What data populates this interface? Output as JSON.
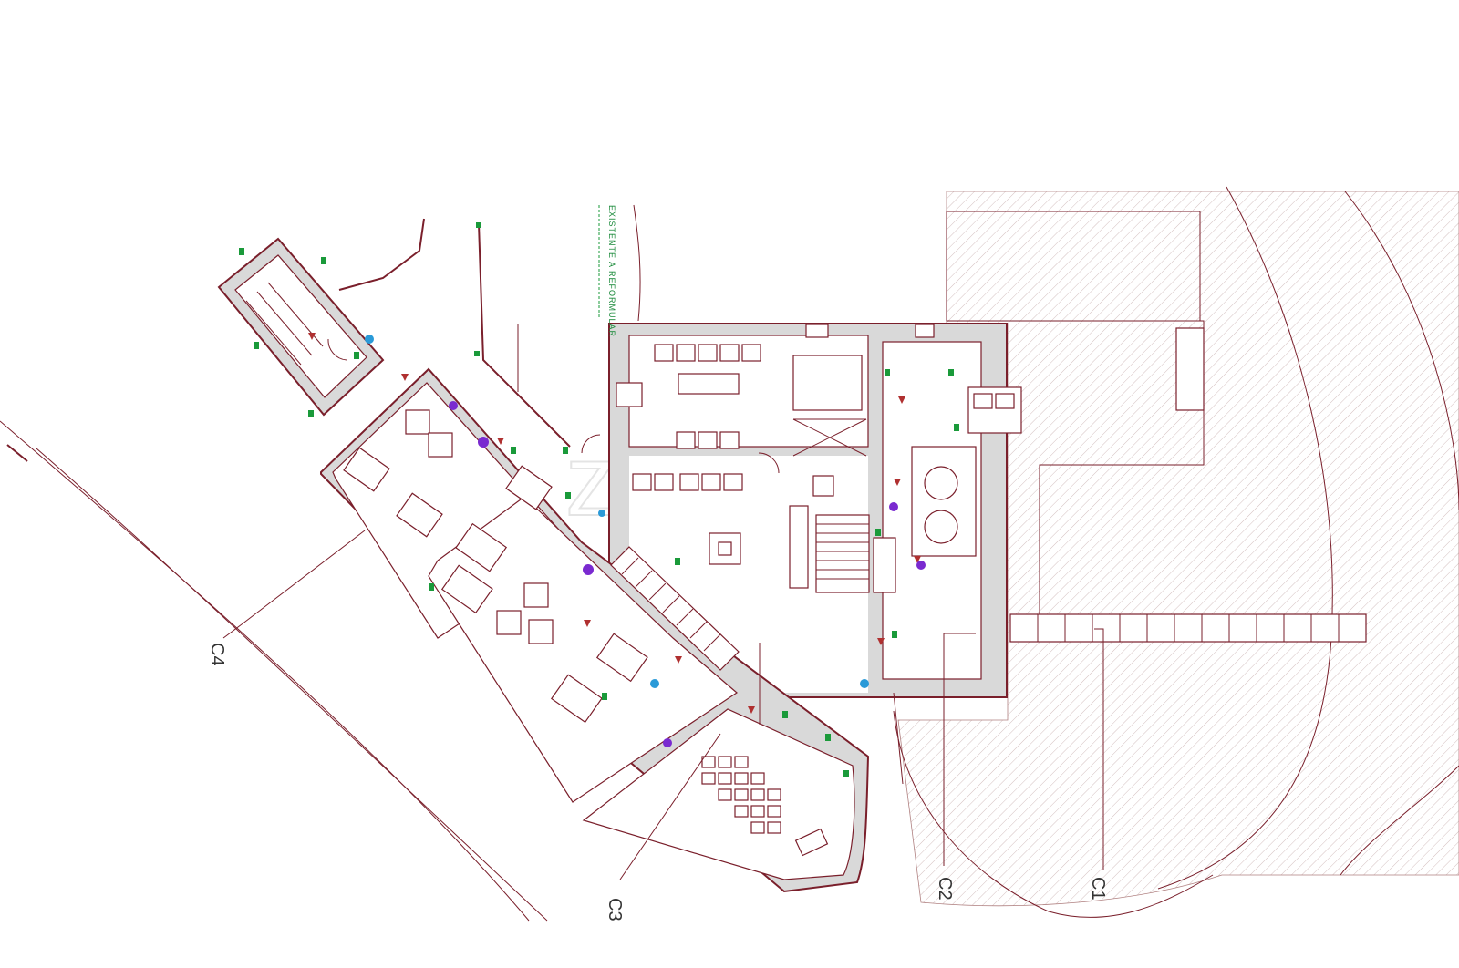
{
  "drawing": {
    "annotation": "EXISTENTE A REFORMULAR",
    "watermark": "zome",
    "section_labels": [
      {
        "id": "c1",
        "text": "C1"
      },
      {
        "id": "c2",
        "text": "C2"
      },
      {
        "id": "c3",
        "text": "C3"
      },
      {
        "id": "c4",
        "text": "C4"
      }
    ]
  },
  "colors": {
    "wall": "#7a1f2b",
    "marker": "#1a9a3a",
    "accent_purple": "#7a2ad0",
    "accent_blue": "#2a9ad8"
  }
}
